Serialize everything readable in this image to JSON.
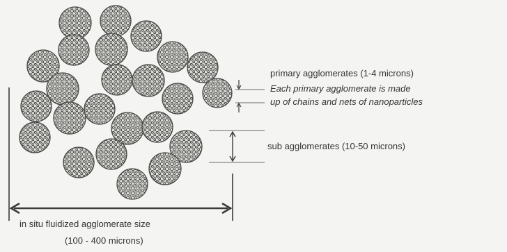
{
  "labels": {
    "primary_title": "primary agglomerates (1-4 microns)",
    "primary_desc_line1": "Each primary agglomerate is made",
    "primary_desc_line2": "up of chains and nets of nanoparticles",
    "sub_title": "sub agglomerates (10-50 microns)",
    "size_line1": "in situ fluidized agglomerate size",
    "size_line2": "(100 - 400 microns)"
  },
  "colors": {
    "background": "#f4f4f2",
    "ink": "#3a3a3a",
    "sphere_fill": "#d9d9d4",
    "dot": "#4a4a4a"
  }
}
